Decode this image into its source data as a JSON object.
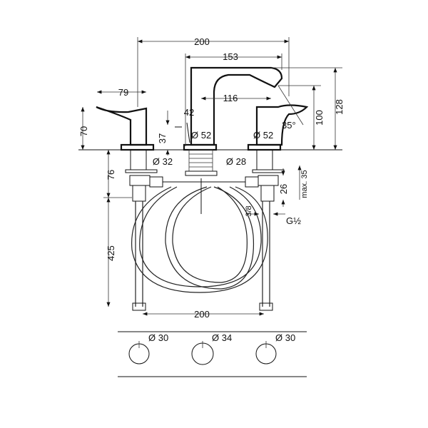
{
  "drawing": {
    "dims": {
      "overall_width": "200",
      "spout_reach": "153",
      "handle_length": "79",
      "spout_inner_reach": "116",
      "spout_offset": "42",
      "handle_height": "70",
      "lever_height": "37",
      "spout_base_dia": "Ø 52",
      "handle_base_dia": "Ø 52",
      "spray_angle": "35°",
      "outlet_height": "100",
      "total_height": "128",
      "body_depth": "76",
      "spout_shank_dia": "Ø 32",
      "handle_shank_dia": "Ø 28",
      "connector_height": "26",
      "max_deck": "max. 35",
      "hose_thread": "3/8",
      "inlet_thread": "G½",
      "hose_length": "425",
      "hole_spacing": "200"
    },
    "holes": [
      "Ø 30",
      "Ø 34",
      "Ø 30"
    ]
  }
}
